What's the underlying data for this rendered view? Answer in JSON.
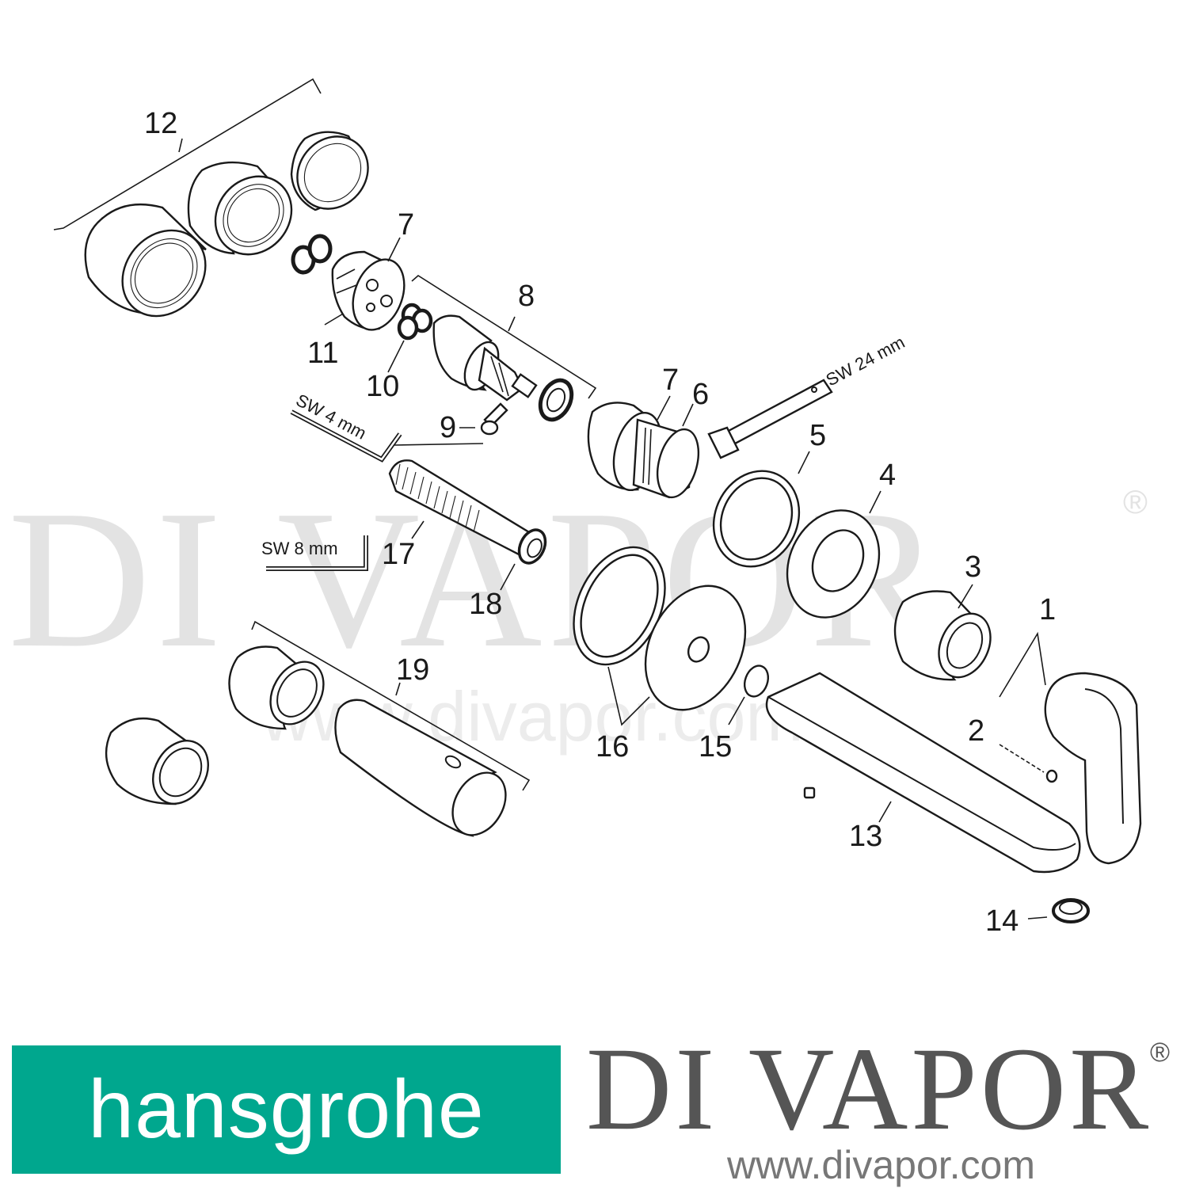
{
  "watermark": {
    "brand": "DI VAPOR",
    "registered": "®",
    "url": "www.divapor.com"
  },
  "callouts": {
    "c1": "1",
    "c2": "2",
    "c3": "3",
    "c4": "4",
    "c5": "5",
    "c6": "6",
    "c7a": "7",
    "c7b": "7",
    "c8": "8",
    "c9": "9",
    "c10": "10",
    "c11": "11",
    "c12": "12",
    "c13": "13",
    "c14": "14",
    "c15": "15",
    "c16": "16",
    "c17": "17",
    "c18": "18",
    "c19": "19"
  },
  "tools": {
    "sw24": "SW 24 mm",
    "sw4": "SW 4 mm",
    "sw8": "SW 8 mm"
  },
  "footer": {
    "manufacturer_logo": "hansgrohe",
    "manufacturer_color": "#00a78e",
    "retailer_name": "DI VAPOR",
    "retailer_reg": "®",
    "retailer_url": "www.divapor.com"
  }
}
